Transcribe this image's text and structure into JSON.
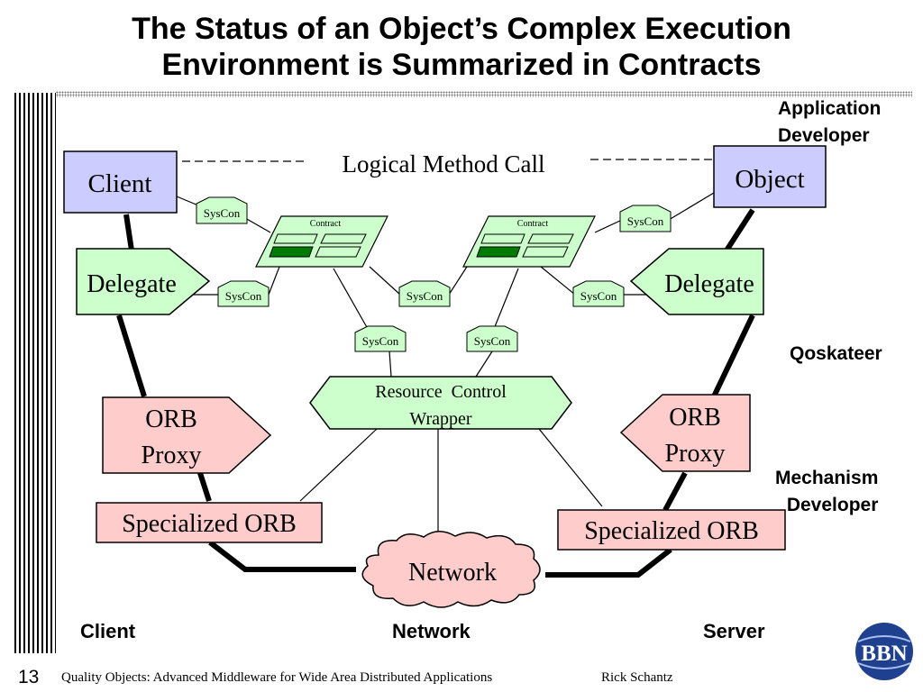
{
  "title": {
    "line1": "The Status of an Object’s Complex Execution",
    "line2": "Environment is Summarized in Contracts"
  },
  "nodes": {
    "client": "Client",
    "object": "Object",
    "logical_call": "Logical Method Call",
    "delegate_left": "Delegate",
    "delegate_right": "Delegate",
    "contract_left": "Contract",
    "contract_right": "Contract",
    "syscon": "SysCon",
    "rcw_line1": "Resource  Control",
    "rcw_line2": "Wrapper",
    "orb_left_line1": "ORB",
    "orb_left_line2": "Proxy",
    "orb_right_line1": "ORB",
    "orb_right_line2": "Proxy",
    "spec_orb_left": "Specialized ORB",
    "spec_orb_right": "Specialized ORB",
    "network": "Network"
  },
  "roles": {
    "application_developer_line1": "Application",
    "application_developer_line2": "Developer",
    "qoskateer": "Qoskateer",
    "mechanism_developer_line1": "Mechanism",
    "mechanism_developer_line2": "Developer"
  },
  "bottom": {
    "client": "Client",
    "network": "Network",
    "server": "Server"
  },
  "footer": {
    "page": "13",
    "text": "Quality Objects: Advanced Middleware for Wide Area Distributed Applications",
    "author": "Rick Schantz",
    "logo": "BBN"
  },
  "colors": {
    "blue_box": "#ccccff",
    "green_box": "#ccffcc",
    "pink_box": "#ffcccc",
    "dark_green": "#007a00"
  }
}
